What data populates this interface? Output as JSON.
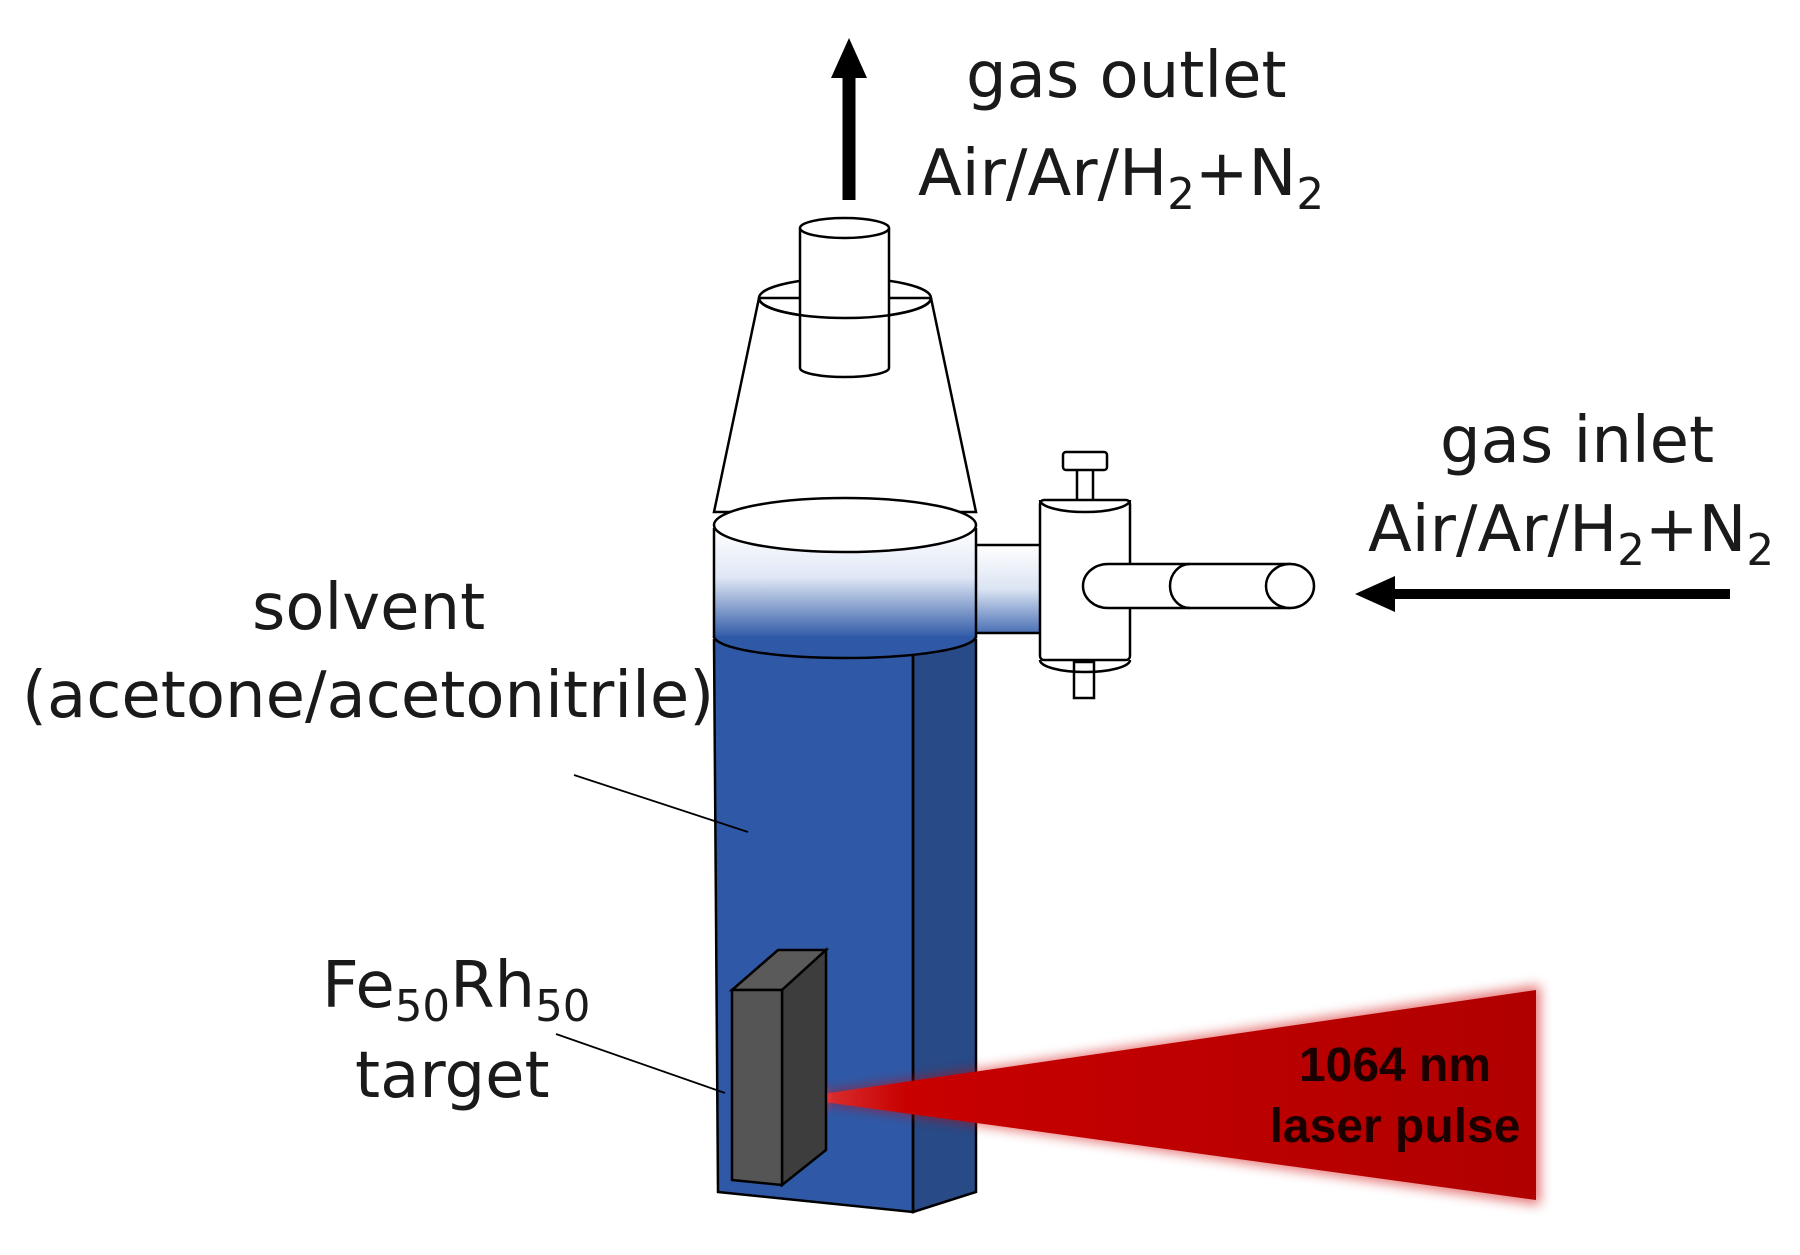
{
  "gas_outlet": {
    "title": "gas outlet",
    "gas_main": "Air/Ar/H",
    "sub1": "2",
    "plus": "+N",
    "sub2": "2"
  },
  "gas_inlet": {
    "title": "gas inlet",
    "gas_main": "Air/Ar/H",
    "sub1": "2",
    "plus": "+N",
    "sub2": "2"
  },
  "solvent": {
    "line1": "solvent",
    "line2": "(acetone/acetonitrile)"
  },
  "target": {
    "el1": "Fe",
    "sub1": "50",
    "el2": "Rh",
    "sub2": "50",
    "line2": "target"
  },
  "laser": {
    "line1": "1064 nm",
    "line2": "laser pulse"
  },
  "colors": {
    "solvent_blue": "#2f59a6",
    "solvent_side": "#284a86",
    "target_dark": "#4b4b4b",
    "laser_red": "#c00000"
  }
}
